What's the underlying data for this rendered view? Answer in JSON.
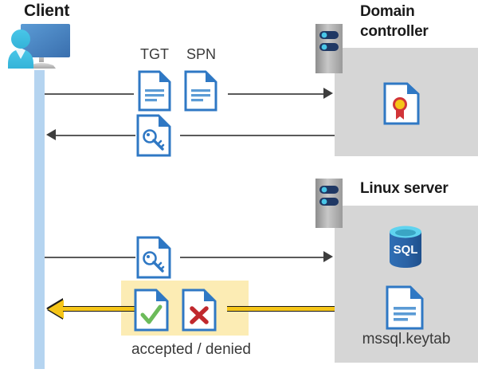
{
  "diagram": {
    "type": "kerberos-authentication-flow",
    "actors": {
      "client": {
        "label": "Client",
        "icon": "client-workstation-icon"
      },
      "domain_controller": {
        "label_line1": "Domain",
        "label_line2": "controller",
        "icon": "server-rack-icon",
        "contents": [
          {
            "name": "certificate-icon",
            "label": ""
          }
        ]
      },
      "linux_server": {
        "label": "Linux server",
        "icon": "server-rack-icon",
        "contents": [
          {
            "name": "sql-database-icon",
            "label": "SQL"
          },
          {
            "name": "keytab-file-icon",
            "label": "mssql.keytab"
          }
        ]
      }
    },
    "flows": [
      {
        "id": "flow-1",
        "direction": "right",
        "from": "client",
        "to": "domain_controller",
        "style": "plain",
        "artifacts": [
          {
            "icon": "document-icon",
            "label": "TGT"
          },
          {
            "icon": "document-icon",
            "label": "SPN"
          }
        ]
      },
      {
        "id": "flow-2",
        "direction": "left",
        "from": "domain_controller",
        "to": "client",
        "style": "plain",
        "artifacts": [
          {
            "icon": "key-document-icon",
            "label": ""
          }
        ]
      },
      {
        "id": "flow-3",
        "direction": "right",
        "from": "client",
        "to": "linux_server",
        "style": "plain",
        "artifacts": [
          {
            "icon": "key-document-icon",
            "label": ""
          }
        ]
      },
      {
        "id": "flow-4",
        "direction": "left",
        "from": "linux_server",
        "to": "client",
        "style": "highlighted-yellow",
        "caption": "accepted / denied",
        "artifacts": [
          {
            "icon": "document-check-icon",
            "label": "accepted"
          },
          {
            "icon": "document-x-icon",
            "label": "denied"
          }
        ]
      }
    ],
    "labels": {
      "tgt": "TGT",
      "spn": "SPN",
      "sql": "SQL",
      "keytab": "mssql.keytab",
      "accepted_denied": "accepted / denied"
    },
    "colors": {
      "panel_gray": "#d6d6d6",
      "lifeline_blue": "#b5d4f0",
      "doc_blue": "#2f78c4",
      "highlight_yellow": "#fcecb4",
      "arrow_yellow": "#f5c518",
      "line_gray": "#5a5a5a",
      "check_green": "#6cbb5a",
      "x_red": "#c0282d",
      "sql_blue": "#2f6fb5",
      "seal_red": "#d13438",
      "seal_gold": "#f5c518",
      "title_black": "#1a1a1a"
    }
  }
}
